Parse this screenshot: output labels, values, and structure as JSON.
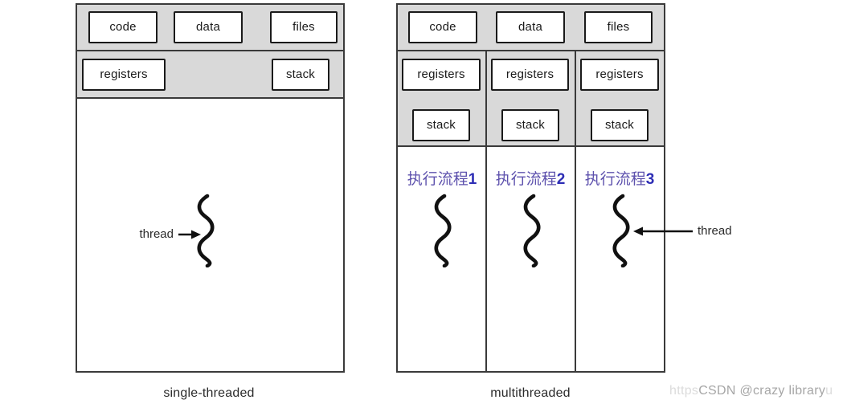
{
  "left_diagram": {
    "caption": "single-threaded",
    "resources": {
      "code": "code",
      "data": "data",
      "files": "files"
    },
    "registers_label": "registers",
    "stack_label": "stack",
    "thread_label": "thread"
  },
  "right_diagram": {
    "caption": "multithreaded",
    "resources": {
      "code": "code",
      "data": "data",
      "files": "files"
    },
    "columns": [
      {
        "registers": "registers",
        "stack": "stack",
        "flow_text": "执行流程",
        "flow_num": "1"
      },
      {
        "registers": "registers",
        "stack": "stack",
        "flow_text": "执行流程",
        "flow_num": "2"
      },
      {
        "registers": "registers",
        "stack": "stack",
        "flow_text": "执行流程",
        "flow_num": "3"
      }
    ],
    "thread_label": "thread"
  },
  "watermark": {
    "prefix": "https",
    "main": "CSDN @crazy library",
    "suffix": "u"
  },
  "colors": {
    "section_fill": "#d9d9d9",
    "outer_border": "#3a3a3a",
    "inner_box_border": "#1a1a1a",
    "flow_text": "#5d51ad",
    "flow_digit": "#2e2eb5",
    "watermark_main": "#a6a6a6",
    "watermark_faint": "#dcdcdc"
  }
}
